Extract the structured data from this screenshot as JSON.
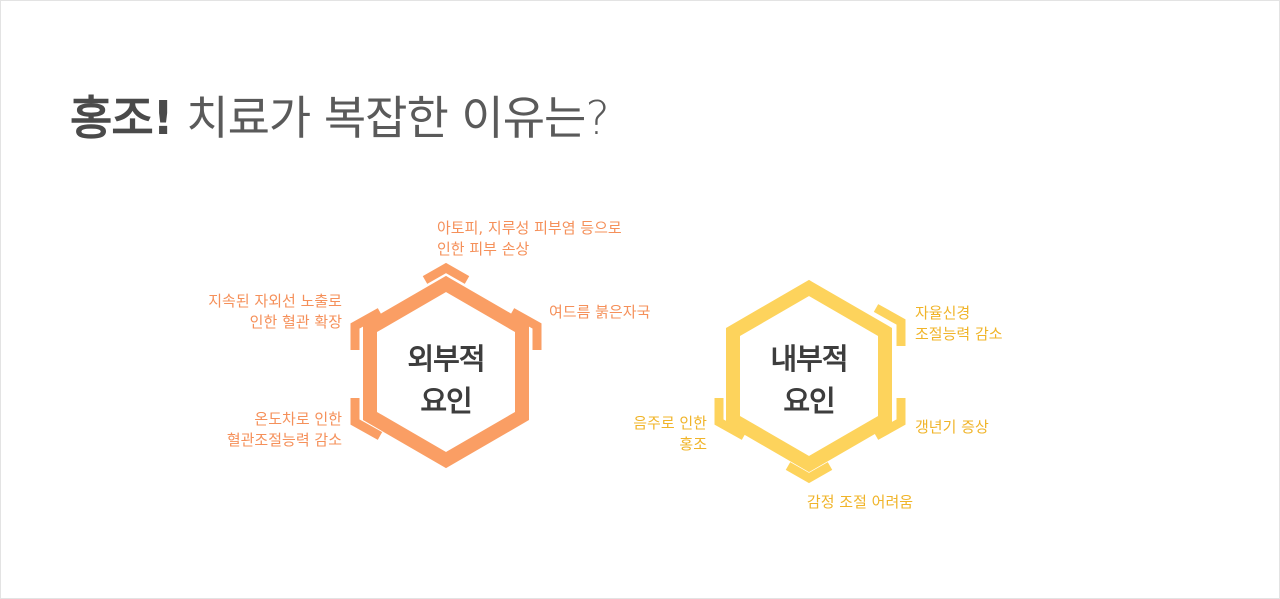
{
  "headline": {
    "strong": "홍조!",
    "light": "치료가 복잡한 이유는?"
  },
  "colors": {
    "external": "#fa9e64",
    "internal": "#fdd35c",
    "external_text": "#f5905a",
    "internal_text": "#f0b429"
  },
  "external": {
    "title_line1": "외부적",
    "title_line2": "요인",
    "factors": {
      "top": [
        "아토피, 지루성 피부염 등으로",
        "인한 피부 손상"
      ],
      "top_right": [
        "여드름 붉은자국"
      ],
      "upper_left": [
        "지속된 자외선 노출로",
        "인한 혈관 확장"
      ],
      "lower_left": [
        "온도차로 인한",
        "혈관조절능력 감소"
      ]
    }
  },
  "internal": {
    "title_line1": "내부적",
    "title_line2": "요인",
    "factors": {
      "upper_right": [
        "자율신경",
        "조절능력 감소"
      ],
      "lower_right": [
        "갱년기 증상"
      ],
      "bottom": [
        "감정 조절 어려움"
      ],
      "lower_left": [
        "음주로 인한",
        "홍조"
      ]
    }
  }
}
